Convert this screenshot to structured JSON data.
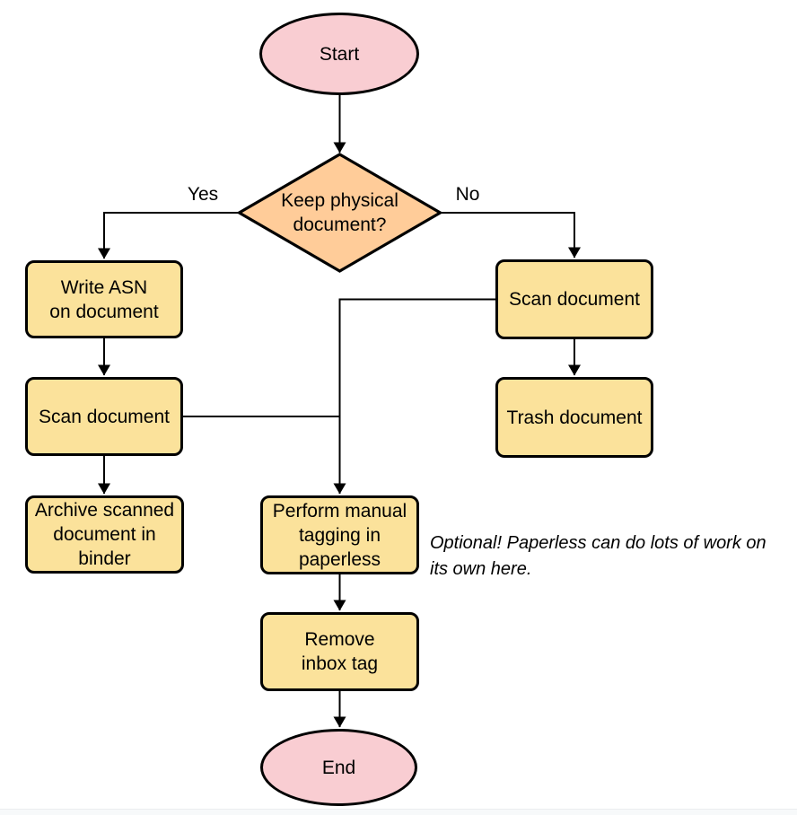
{
  "colors": {
    "terminal-fill": "#F9CDD2",
    "decision-fill": "#FFCC99",
    "process-fill": "#FBE29B",
    "stroke": "#000000"
  },
  "nodes": {
    "start": "Start",
    "decision": "Keep physical\ndocument?",
    "write_asn": "Write ASN\non document",
    "scan_left": "Scan document",
    "archive": "Archive scanned\ndocument in\nbinder",
    "scan_right": "Scan document",
    "trash": "Trash document",
    "tagging": "Perform manual\ntagging in\npaperless",
    "remove_inbox": "Remove\ninbox tag",
    "end": "End"
  },
  "edge_labels": {
    "yes": "Yes",
    "no": "No"
  },
  "note": "Optional! Paperless can do lots of work on\nits own here."
}
